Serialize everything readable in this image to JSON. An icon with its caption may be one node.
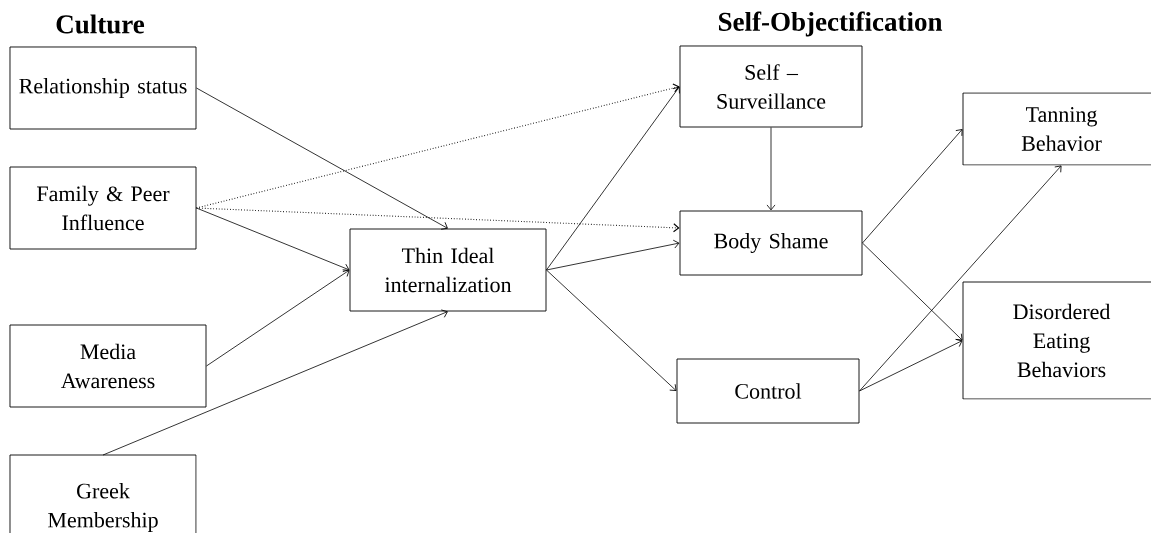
{
  "diagram": {
    "nodes": [
      {
        "text": [
          "Relationship status"
        ]
      },
      {
        "text": [
          "Family & Peer Influence"
        ]
      },
      {
        "text": [
          "Media Awareness"
        ]
      },
      {
        "text": [
          "Greek Membership"
        ]
      },
      {
        "text": [
          "Thin Ideal internalization"
        ]
      },
      {
        "text": [
          "Self – Surveillance"
        ]
      },
      {
        "text": [
          "Body Shame"
        ]
      },
      {
        "text": [
          "Control"
        ]
      },
      {
        "text": [
          "Tanning Behavior"
        ]
      },
      {
        "text": [
          "Disordered Eating Behaviors"
        ]
      }
    ],
    "edges": [
      {
        "from": 0,
        "to": 4,
        "arrow": "to"
      },
      {
        "from": 1,
        "to": 4,
        "arrow": "to"
      },
      {
        "from": 2,
        "to": 4,
        "arrow": "to"
      },
      {
        "from": 3,
        "to": 4,
        "arrow": "to"
      },
      {
        "from": 1,
        "to": 5,
        "arrow": "to",
        "style": "dashed"
      },
      {
        "from": 1,
        "to": 6,
        "arrow": "to",
        "style": "dashed"
      },
      {
        "from": 4,
        "to": 5,
        "arrow": "to"
      },
      {
        "from": 4,
        "to": 6,
        "arrow": "to"
      },
      {
        "from": 4,
        "to": 7,
        "arrow": "to"
      },
      {
        "from": 5,
        "to": 6,
        "arrow": "to"
      },
      {
        "from": 6,
        "to": 8,
        "arrow": "to"
      },
      {
        "from": 6,
        "to": 9,
        "arrow": "to"
      },
      {
        "from": 7,
        "to": 8,
        "arrow": "to"
      },
      {
        "from": 7,
        "to": 9,
        "arrow": "to"
      }
    ],
    "labels": [
      "Culture",
      "Self-Objectification"
    ]
  }
}
